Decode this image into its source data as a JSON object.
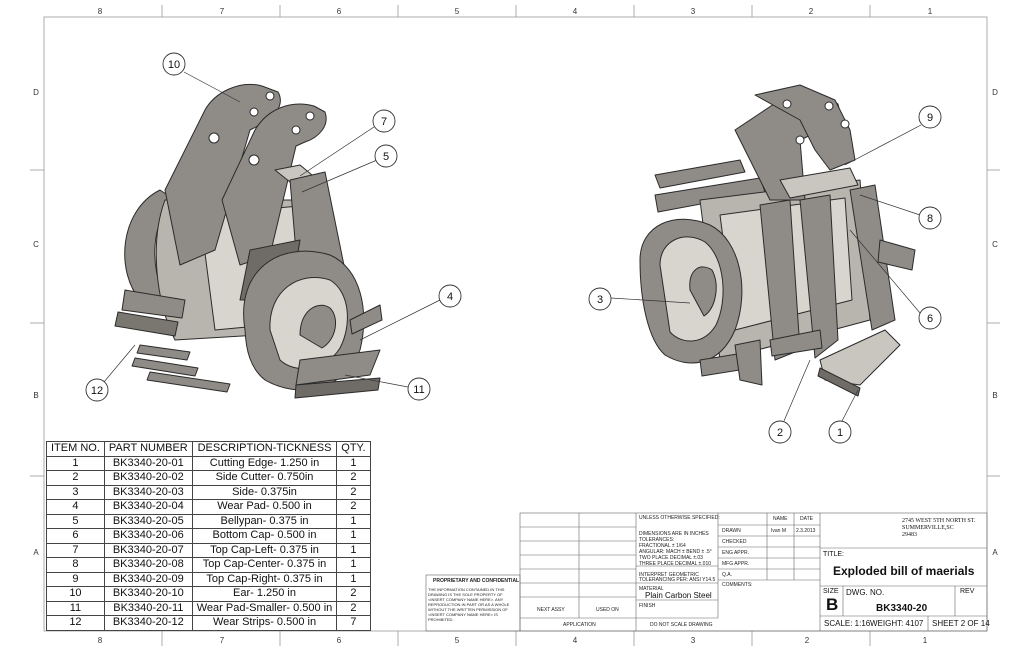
{
  "border": {
    "columns": [
      "8",
      "7",
      "6",
      "5",
      "4",
      "3",
      "2",
      "1"
    ],
    "rows": [
      "D",
      "C",
      "B",
      "A"
    ]
  },
  "balloons": [
    "10",
    "7",
    "5",
    "4",
    "11",
    "12",
    "9",
    "8",
    "6",
    "3",
    "2",
    "1"
  ],
  "bom": {
    "headers": [
      "ITEM NO.",
      "PART NUMBER",
      "DESCRIPTION-TICKNESS",
      "QTY."
    ],
    "rows": [
      [
        "1",
        "BK3340-20-01",
        "Cutting Edge- 1.250 in",
        "1"
      ],
      [
        "2",
        "BK3340-20-02",
        "Side Cutter- 0.750in",
        "2"
      ],
      [
        "3",
        "BK3340-20-03",
        "Side- 0.375in",
        "2"
      ],
      [
        "4",
        "BK3340-20-04",
        "Wear Pad- 0.500 in",
        "2"
      ],
      [
        "5",
        "BK3340-20-05",
        "Bellypan- 0.375 in",
        "1"
      ],
      [
        "6",
        "BK3340-20-06",
        "Bottom Cap- 0.500 in",
        "1"
      ],
      [
        "7",
        "BK3340-20-07",
        "Top Cap-Left- 0.375 in",
        "1"
      ],
      [
        "8",
        "BK3340-20-08",
        "Top Cap-Center- 0.375 in",
        "1"
      ],
      [
        "9",
        "BK3340-20-09",
        "Top Cap-Right- 0.375 in",
        "1"
      ],
      [
        "10",
        "BK3340-20-10",
        "Ear- 1.250 in",
        "2"
      ],
      [
        "11",
        "BK3340-20-11",
        "Wear Pad-Smaller- 0.500 in",
        "2"
      ],
      [
        "12",
        "BK3340-20-12",
        "Wear Strips- 0.500 in",
        "7"
      ]
    ]
  },
  "titleblock": {
    "proprietary_title": "PROPRIETARY AND CONFIDENTIAL",
    "proprietary_text": [
      "THE INFORMATION CONTAINED IN THIS",
      "DRAWING IS THE SOLE PROPERTY OF",
      "<INSERT COMPANY NAME HERE>. ANY",
      "REPRODUCTION IN PART OR AS A WHOLE",
      "WITHOUT THE WRITTEN PERMISSION OF",
      "<INSERT COMPANY NAME HERE> IS",
      "PROHIBITED."
    ],
    "next_assy": "NEXT ASSY",
    "used_on": "USED ON",
    "application": "APPLICATION",
    "tolerances": [
      "UNLESS OTHERWISE SPECIFIED:",
      "DIMENSIONS ARE IN INCHES",
      "TOLERANCES:",
      "FRACTIONAL ± 1/64",
      "ANGULAR: MACH ±   BEND ± .5°",
      "TWO PLACE DECIMAL   ±.03",
      "THREE PLACE DECIMAL  ±.010"
    ],
    "interpret": [
      "INTERPRET GEOMETRIC",
      "TOLERANCING PER: ANSI Y14.5"
    ],
    "material_label": "MATERIAL",
    "material": "Plain Carbon Steel",
    "finish_label": "FINISH",
    "do_not_scale": "DO NOT SCALE DRAWING",
    "name_header": "NAME",
    "date_header": "DATE",
    "drawn_label": "DRAWN",
    "drawn_name": "Ivan M",
    "drawn_date": "2.3.2013",
    "checked": "CHECKED",
    "eng_appr": "ENG APPR.",
    "mfg_appr": "MFG APPR.",
    "qa": "Q.A.",
    "comments": "COMMENTS:",
    "address": [
      "2745 WEST 5TH NORTH ST.",
      "SUMMERVILLE,SC",
      "29483"
    ],
    "title_label": "TITLE:",
    "title": "Exploded bill of maerials",
    "size_label": "SIZE",
    "size": "B",
    "dwg_no_label": "DWG.  NO.",
    "dwg_no": "BK3340-20",
    "rev_label": "REV",
    "scale": "SCALE: 1:16",
    "weight": "WEIGHT: 4107",
    "sheet": "SHEET 2 OF 14"
  },
  "colors": {
    "part_fill": "#8f8c87",
    "part_light": "#c9c6c0",
    "part_dark": "#5e5b57",
    "line": "#2b2b2b"
  }
}
